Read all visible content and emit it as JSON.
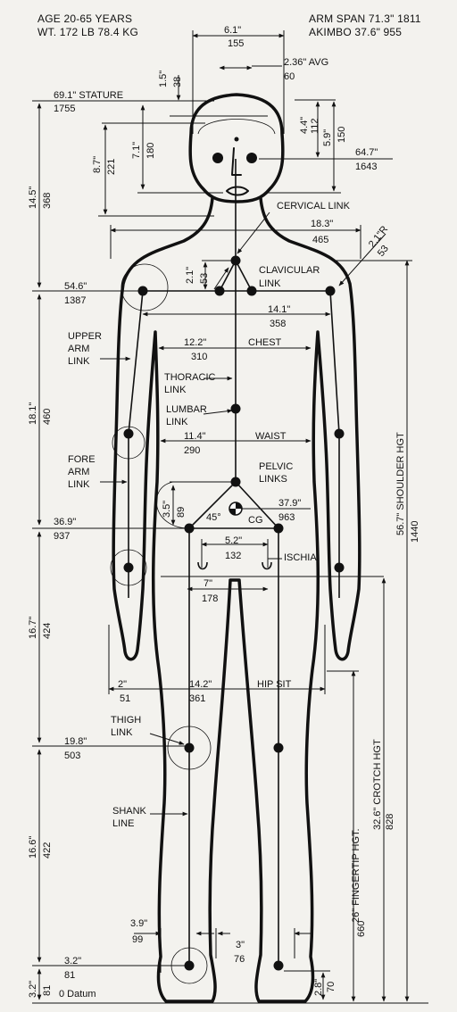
{
  "header": {
    "age": "AGE 20-65 YEARS",
    "weight": "WT. 172 LB 78.4 KG",
    "arm_span": "ARM SPAN 71.3\" 1811",
    "akimbo": "AKIMBO 37.6\" 955"
  },
  "labels": {
    "cervical": "CERVICAL LINK",
    "clavicular_1": "CLAVICULAR",
    "clavicular_2": "LINK",
    "upper_arm_1": "UPPER",
    "upper_arm_2": "ARM",
    "upper_arm_3": "LINK",
    "chest": "CHEST",
    "thoracic_1": "THORACIC",
    "thoracic_2": "LINK",
    "lumbar_1": "LUMBAR",
    "lumbar_2": "LINK",
    "waist": "WAIST",
    "fore_arm_1": "FORE",
    "fore_arm_2": "ARM",
    "fore_arm_3": "LINK",
    "pelvic_1": "PELVIC",
    "pelvic_2": "LINKS",
    "angle": "45°",
    "cg": "CG",
    "ischia": "ISCHIA",
    "hip_sit": "HIP SIT",
    "thigh_1": "THIGH",
    "thigh_2": "LINK",
    "shank_1": "SHANK",
    "shank_2": "LINE",
    "shoulder_hgt": "56.7\" SHOULDER HGT",
    "crotch_hgt": "32.6\" CROTCH HGT",
    "fingertip_hgt": "26\" FINGERTIP HGT.",
    "datum": "0 Datum"
  },
  "dimensions": {
    "head_width_in": "6.1\"",
    "head_width_mm": "155",
    "avg_in": "2.36\" AVG",
    "avg_mm": "60",
    "top_in": "1.5\"",
    "top_mm": "38",
    "stature_in": "69.1\" STATURE",
    "stature_mm": "1755",
    "d44_in": "4.4\"",
    "d44_mm": "112",
    "d59_in": "5.9\"",
    "d59_mm": "150",
    "eye_in": "64.7\"",
    "eye_mm": "1643",
    "d87_in": "8.7\"",
    "d87_mm": "221",
    "d71_in": "7.1\"",
    "d71_mm": "180",
    "d145_in": "14.5\"",
    "d145_mm": "368",
    "shoulder_w_in": "18.3\"",
    "shoulder_w_mm": "465",
    "r_in": "2.1\"R",
    "r_mm": "53",
    "d21_in": "2.1\"",
    "d21_mm": "53",
    "shoulder_lvl_in": "54.6\"",
    "shoulder_lvl_mm": "1387",
    "d141_in": "14.1\"",
    "d141_mm": "358",
    "chest_in": "12.2\"",
    "chest_mm": "310",
    "d181_in": "18.1\"",
    "d181_mm": "460",
    "waist_in": "11.4\"",
    "waist_mm": "290",
    "d35_in": "3.5\"",
    "d35_mm": "89",
    "cg_in": "37.9\"",
    "cg_mm": "963",
    "hip_lvl_in": "36.9\"",
    "hip_lvl_mm": "937",
    "ischia_in": "5.2\"",
    "ischia_mm": "132",
    "d7_in": "7\"",
    "d7_mm": "178",
    "d167_in": "16.7\"",
    "d167_mm": "424",
    "d2_in": "2\"",
    "d2_mm": "51",
    "hip_sit_in": "14.2\"",
    "hip_sit_mm": "361",
    "knee_lvl_in": "19.8\"",
    "knee_lvl_mm": "503",
    "d166_in": "16.6\"",
    "d166_mm": "422",
    "d39_in": "3.9\"",
    "d39_mm": "99",
    "d3_in": "3\"",
    "d3_mm": "76",
    "ankle_in": "3.2\"",
    "ankle_mm": "81",
    "d32_in": "3.2\"",
    "d32_mm": "81",
    "d28_in": "2.8\"",
    "d28_mm": "70",
    "shoulder_hgt_mm": "1440",
    "crotch_hgt_mm": "828",
    "fingertip_hgt_mm": "660"
  }
}
